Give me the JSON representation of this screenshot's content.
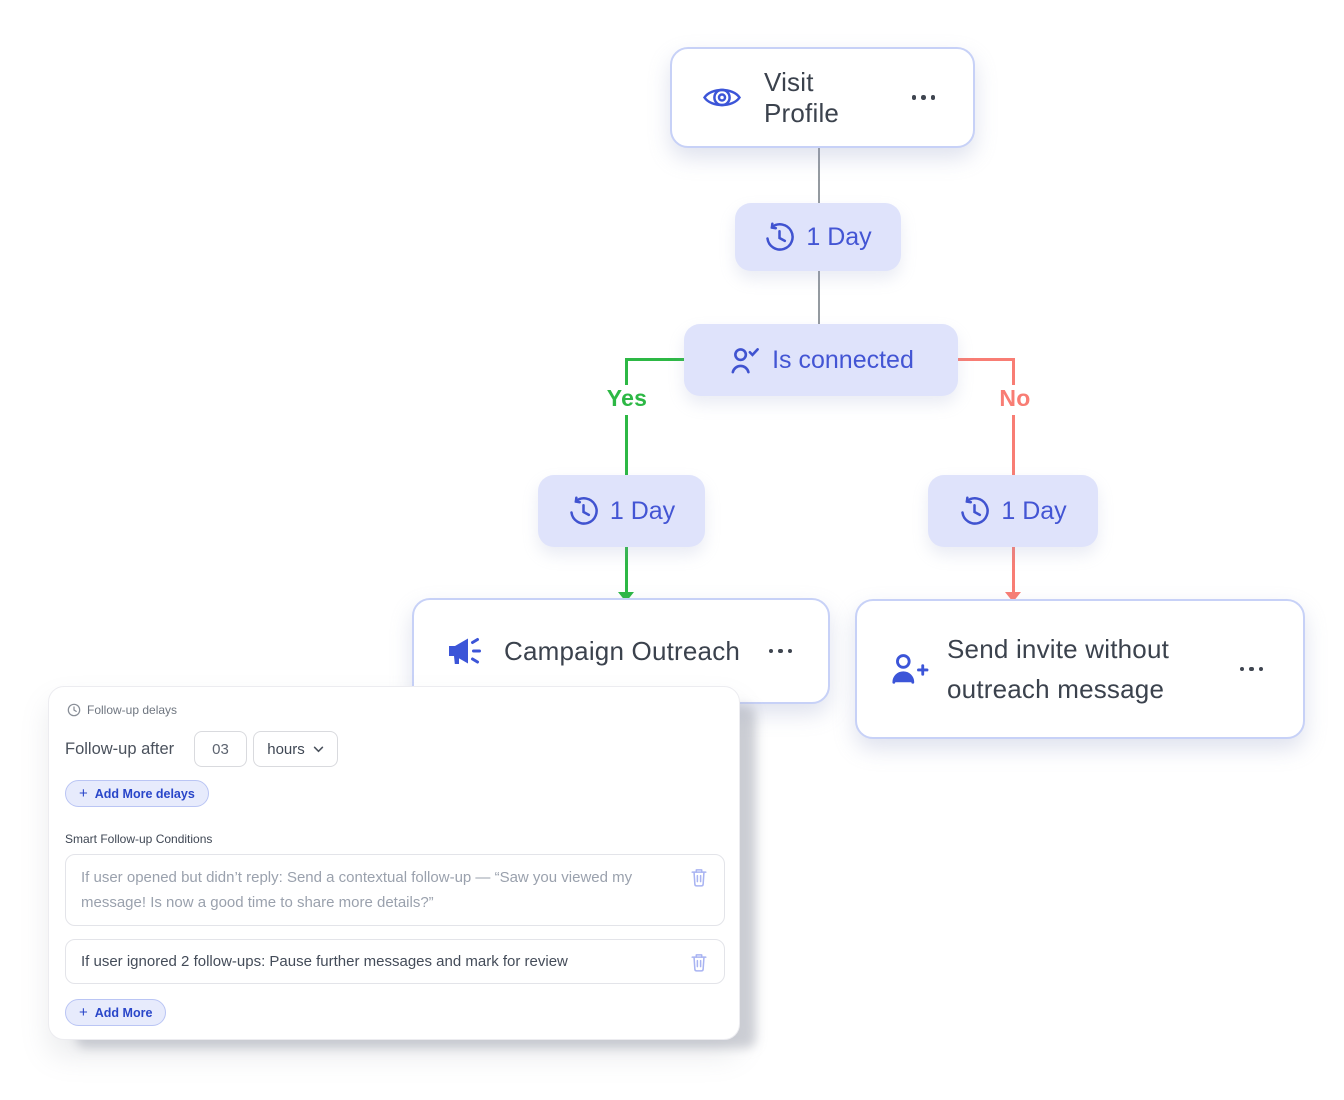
{
  "flow": {
    "visit_profile": {
      "label": "Visit Profile"
    },
    "delay_top": {
      "label": "1 Day"
    },
    "is_connected": {
      "label": "Is connected"
    },
    "branch_yes": {
      "label": "Yes"
    },
    "branch_no": {
      "label": "No"
    },
    "delay_yes": {
      "label": "1 Day"
    },
    "delay_no": {
      "label": "1 Day"
    },
    "campaign_outreach": {
      "label": "Campaign Outreach"
    },
    "send_invite": {
      "label": "Send invite without outreach message"
    }
  },
  "panel": {
    "header": "Follow-up delays",
    "follow_up_after_label": "Follow-up after",
    "delay_value": "03",
    "delay_unit": "hours",
    "plus": "+",
    "add_more_delays_label": "Add More delays",
    "conditions_label": "Smart Follow-up Conditions",
    "conditions": [
      {
        "text": "If user opened but didn’t reply: Send a contextual follow-up — “Saw you viewed my message! Is now a good time to share more details?”"
      },
      {
        "text": "If user ignored 2 follow-ups: Pause further messages and mark for review"
      }
    ],
    "add_more_label": "Add More"
  },
  "icons": {
    "visit_profile": "eye-icon",
    "delay_nodes": "clock-icon",
    "is_connected": "person-check-icon",
    "campaign_outreach": "megaphone-icon",
    "send_invite": "person-add-icon",
    "node_menu": "ellipsis-icon",
    "panel_header": "clock-icon",
    "delay_unit": "chevron-down-icon",
    "condition_delete": "trash-icon",
    "add_buttons": "plus-icon"
  },
  "colors": {
    "node_fill_lavender": "#dfe3fb",
    "node_border": "#c7d1f7",
    "node_text_blue": "#4355d4",
    "node_text_dark": "#3b424d",
    "edge_gray": "#949aa0",
    "edge_green": "#2db845",
    "edge_red": "#f87d74",
    "pill_button_bg": "#e7ebfc",
    "pill_button_text": "#2946c9",
    "muted_text": "#9aa1ad",
    "trash_icon": "#a9b4f2"
  }
}
